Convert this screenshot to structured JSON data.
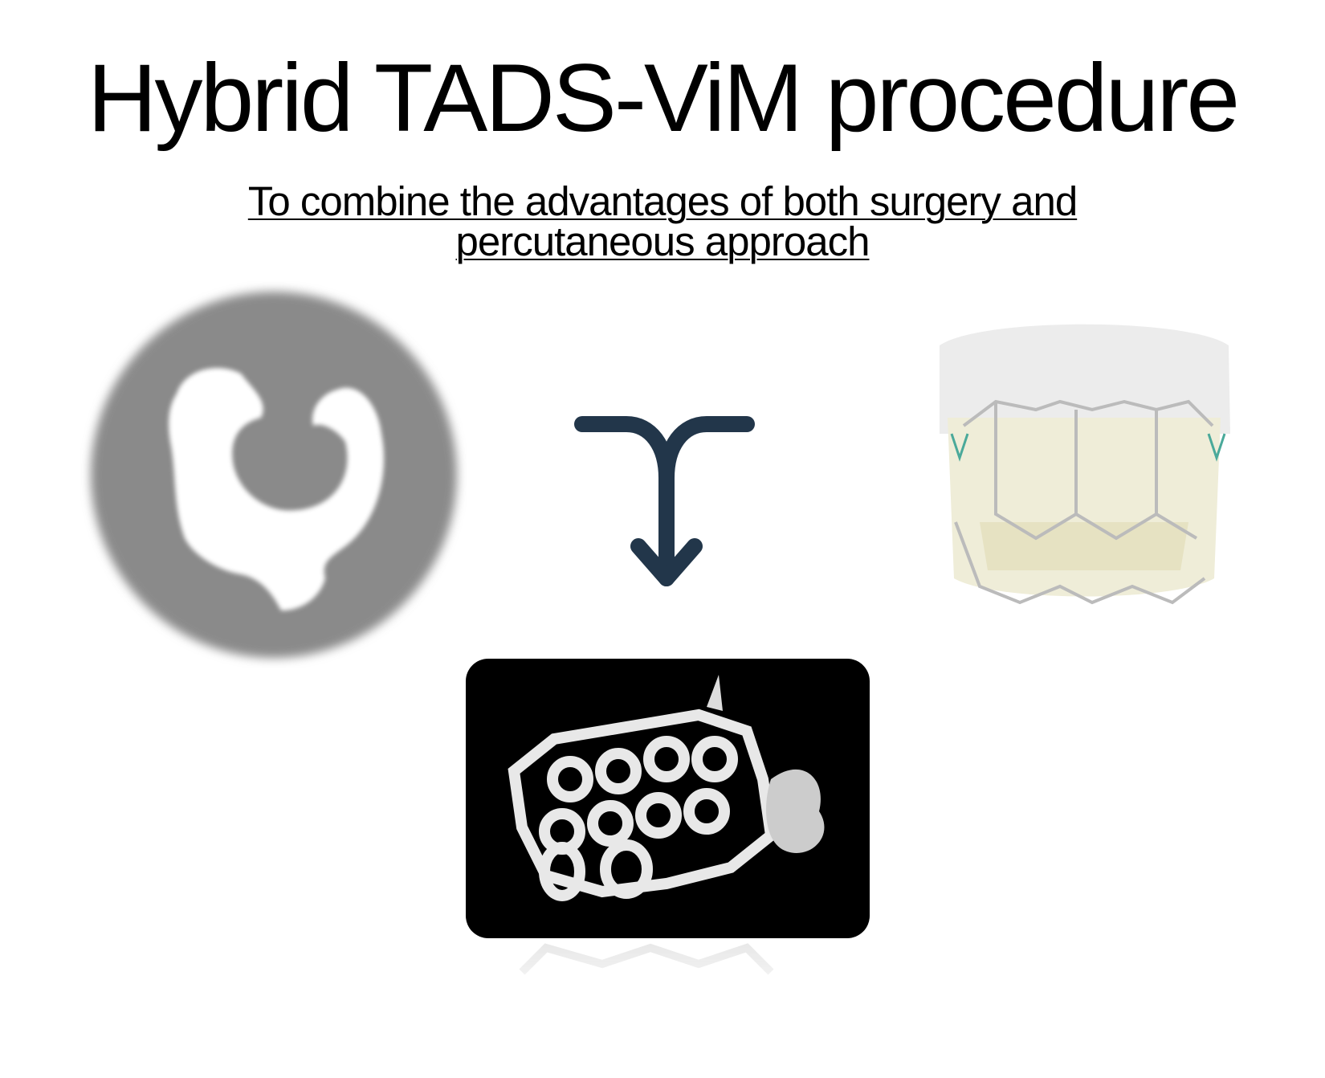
{
  "slide": {
    "title": "Hybrid TADS-ViM procedure",
    "subtitle_lines": [
      "To combine the advantages of both surgery and",
      "percutaneous approach"
    ]
  },
  "figures": {
    "ct_image": "ct-scan-heart-icon",
    "arrow": "merge-arrow-icon",
    "valve_image": "transcatheter-valve-icon",
    "scan_image": "3d-reconstruction-icon"
  },
  "colors": {
    "arrow": "#22364a",
    "scan_bg": "#000000",
    "ct_gray": "#8a8a8a"
  }
}
